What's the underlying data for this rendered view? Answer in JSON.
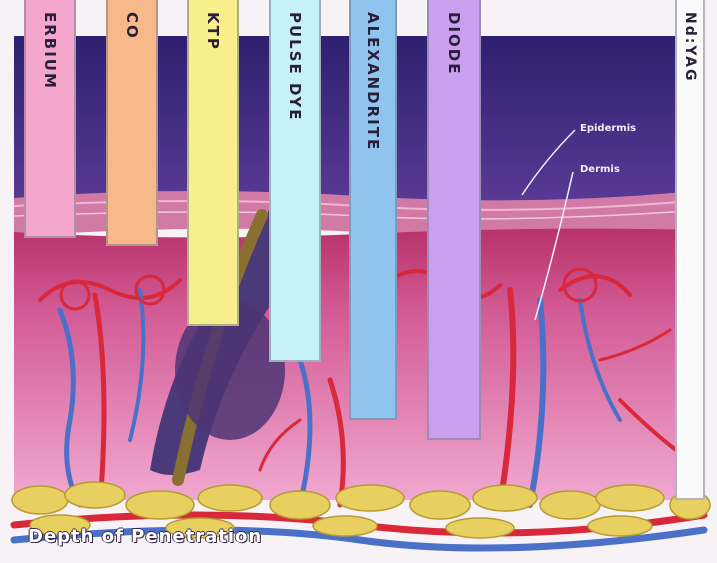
{
  "lasers": [
    {
      "name": "ERBIUM",
      "color": "#f4a6cc"
    },
    {
      "name": "CO",
      "color": "#f7b98a"
    },
    {
      "name": "KTP",
      "color": "#f7f08a"
    },
    {
      "name": "PULSE DYE",
      "color": "#c6f2f7"
    },
    {
      "name": "ALEXANDRITE",
      "color": "#8fc4ee"
    },
    {
      "name": "DIODE",
      "color": "#c9a0ee"
    },
    {
      "name": "Nd:YAG",
      "color": "#fafafa"
    }
  ],
  "layers": {
    "epidermis": "Epidermis",
    "dermis": "Dermis"
  },
  "caption": "Depth of Penetration",
  "colors": {
    "sky": "#3a2a7a",
    "epidermis": "#c8709e",
    "dermis": "#b0386e",
    "deep_dermis": "#e08ab8",
    "fat": "#e8d060",
    "artery": "#d8283a",
    "vein": "#4a70c8"
  }
}
